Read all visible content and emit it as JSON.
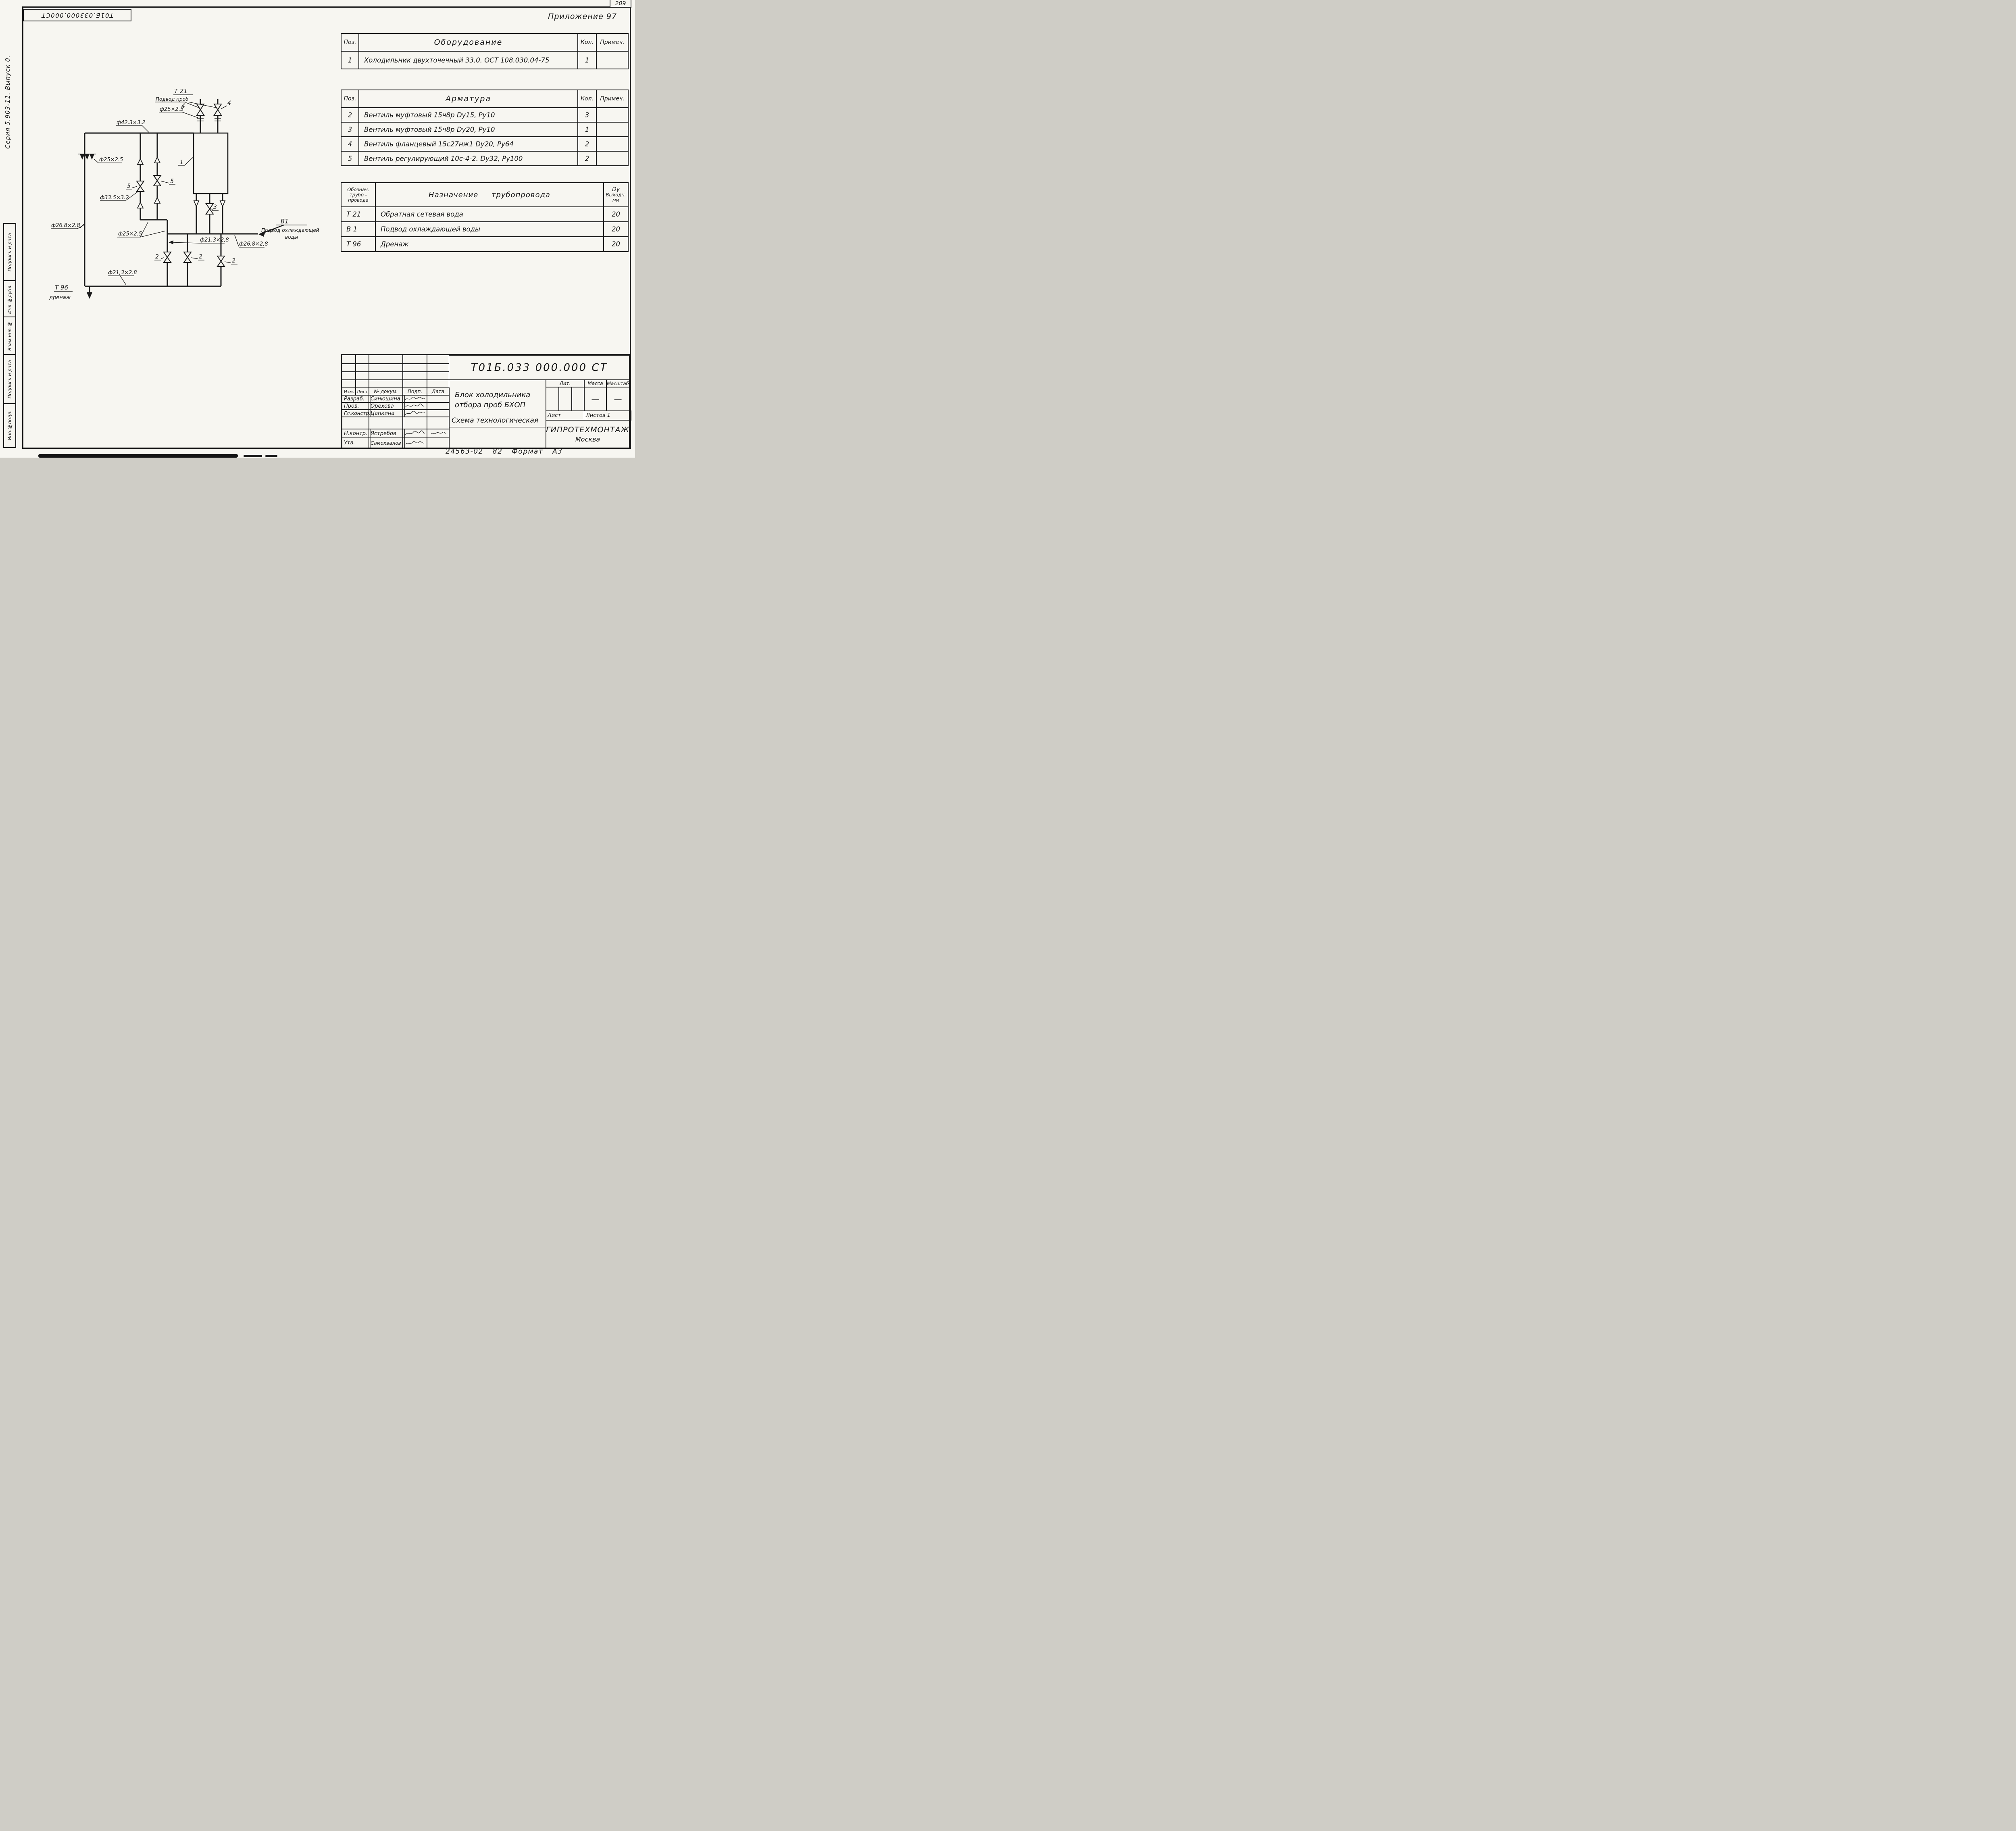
{
  "page": {
    "sheet_number": "209",
    "appendix": "Приложение 97",
    "reverse_stamp": "Т01Б.033000.000СТ",
    "series_label": "Серия 5.903-11. Выпуск 0.",
    "footer_note": "24563-02  82  Формат А3"
  },
  "margin_labels": [
    "Подпись и дата",
    "Инв.№дубл.",
    "Взам.инв.№",
    "Подпись и дата",
    "Инв.№подл."
  ],
  "equipment_table": {
    "headers": {
      "pos": "Поз.",
      "name": "Оборудование",
      "qty": "Кол.",
      "note": "Примеч."
    },
    "rows": [
      {
        "pos": "1",
        "name": "Холодильник двухточечный 33.0. ОСТ 108.030.04-75",
        "qty": "1",
        "note": ""
      }
    ]
  },
  "armature_table": {
    "headers": {
      "pos": "Поз.",
      "name": "Арматура",
      "qty": "Кол.",
      "note": "Примеч."
    },
    "rows": [
      {
        "pos": "2",
        "name": "Вентиль муфтовый 15ч8р Dу15, Ру10",
        "qty": "3",
        "note": ""
      },
      {
        "pos": "3",
        "name": "Вентиль муфтовый 15ч8р Dу20, Ру10",
        "qty": "1",
        "note": ""
      },
      {
        "pos": "4",
        "name": "Вентиль фланцевый 15с27нж1 Dу20, Ру64",
        "qty": "2",
        "note": ""
      },
      {
        "pos": "5",
        "name": "Вентиль регулирующий 10с-4-2. Dу32, Ру100",
        "qty": "2",
        "note": ""
      }
    ]
  },
  "pipes_table": {
    "headers": {
      "code": [
        "Обознач.",
        "трубо -",
        "провода"
      ],
      "name": "Назначение трубопровода",
      "dy": [
        "Dу",
        "Выходн.",
        "мм"
      ]
    },
    "rows": [
      {
        "code": "Т 21",
        "name": "Обратная сетевая вода",
        "dy": "20"
      },
      {
        "code": "В 1",
        "name": "Подвод охлаждающей воды",
        "dy": "20"
      },
      {
        "code": "Т 96",
        "name": "Дренаж",
        "dy": "20"
      }
    ]
  },
  "title_block": {
    "doc_number": "Т01Б.033 000.000 СТ",
    "rev_headers": [
      "Изм.",
      "Лист",
      "№ докум.",
      "Подп.",
      "Дата"
    ],
    "staff": [
      {
        "role": "Разраб.",
        "name": "Синюшина"
      },
      {
        "role": "Пров.",
        "name": "Орехова"
      },
      {
        "role": "Гл.констр.",
        "name": "Цапкина"
      },
      {
        "role": "Н.контр.",
        "name": "Ястребов"
      },
      {
        "role": "Утв.",
        "name": "Самохвалов"
      }
    ],
    "title_line1": "Блок холодильника",
    "title_line2": "отбора проб БХОП",
    "title_line3": "Схема технологическая",
    "lit_label": "Лит.",
    "mass_label": "Масса",
    "scale_label": "Масштаб",
    "mass_value": "—",
    "scale_value": "—",
    "sheet_label": "Лист",
    "sheets_label": "Листов 1",
    "organization_line1": "ГИПРОТЕХМОНТАЖ",
    "organization_line2": "Москва"
  },
  "diagram": {
    "labels": {
      "t21": "Т 21",
      "t21_sub": "Подвод проб",
      "pos4_a": "4",
      "pos4_b": "4",
      "d25_top": "ф25×2.5",
      "d42": "ф42.3×3.2",
      "d25_funnel": "ф25×2.5",
      "pos1": "1",
      "pos5_left": "5",
      "pos5_right": "5",
      "d33": "ф33.5×3.2",
      "d26_left": "ф26.8×2.8",
      "d25_mid": "ф25×2.5",
      "pos3": "3",
      "d21_mid": "ф21.3×2,8",
      "d26_right": "ф26,8×2,8",
      "b1": "В1",
      "b1_sub1": "Подвод охлаждающей",
      "b1_sub2": "воды",
      "pos2_a": "2",
      "pos2_b": "2",
      "pos2_c": "2",
      "d21_bottom": "ф21,3×2.8",
      "t96": "Т 96",
      "t96_sub": "дренаж"
    }
  }
}
